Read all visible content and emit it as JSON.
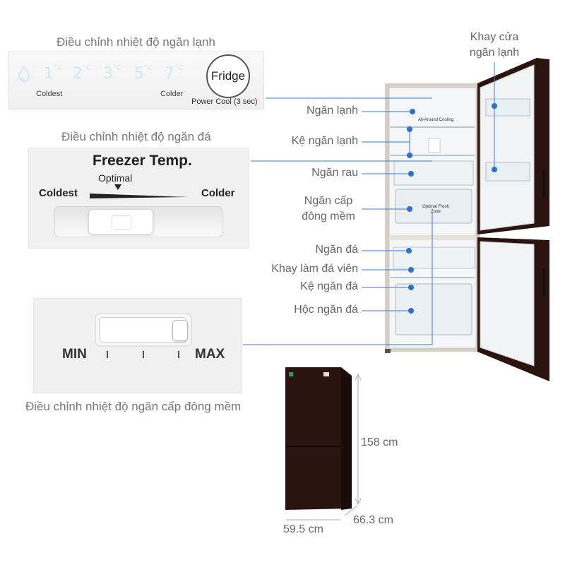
{
  "fridge_control": {
    "caption": "Điều chỉnh nhiệt độ ngăn lạnh",
    "temps": [
      {
        "value": "1",
        "unit": "°C"
      },
      {
        "value": "2",
        "unit": "°C"
      },
      {
        "value": "3",
        "unit": "°C"
      },
      {
        "value": "5",
        "unit": "°C"
      },
      {
        "value": "7",
        "unit": "°C"
      }
    ],
    "coldest": "Coldest",
    "colder": "Colder",
    "button": "Fridge",
    "power_cool": "Power Cool (3 sec)",
    "icon": "water-drop-icon"
  },
  "freezer_control": {
    "caption": "Điều chỉnh nhiệt độ ngăn đá",
    "title": "Freezer Temp.",
    "optimal": "Optimal",
    "coldest": "Coldest",
    "colder": "Colder"
  },
  "soft_freeze_control": {
    "caption": "Điều chỉnh nhiệt độ ngăn cấp đông mềm",
    "min": "MIN",
    "max": "MAX"
  },
  "callouts": {
    "door_tray": "Khay cửa ngăn lạnh",
    "fridge_compartment": "Ngăn lạnh",
    "fridge_shelf": "Kệ ngăn lạnh",
    "vegetable_drawer": "Ngăn rau",
    "soft_freeze": "Ngăn cấp đông mềm",
    "freezer": "Ngăn đá",
    "ice_tray": "Khay làm đá viên",
    "freezer_shelf": "Kệ ngăn đá",
    "freezer_drawer": "Hộc ngăn đá"
  },
  "fridge_labels": {
    "cooling": "All-Around Cooling",
    "fresh_zone": "Optimal Fresh Zone"
  },
  "dimensions": {
    "height": "158 cm",
    "depth": "66.3 cm",
    "width": "59.5 cm"
  },
  "colors": {
    "fridge_body": "#2b1410",
    "callout_line": "#3a7bd5",
    "dot": "#2f6fcf",
    "led_blue": "#cfe7f6"
  }
}
